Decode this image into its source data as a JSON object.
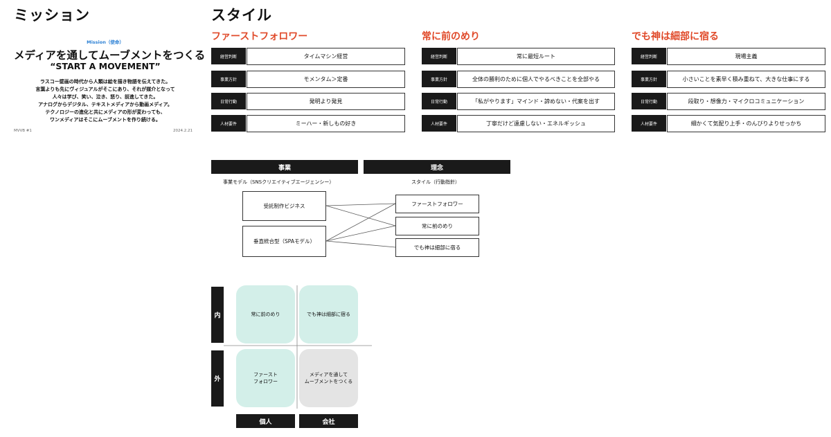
{
  "mission": {
    "heading": "ミッション",
    "tag_en": "Mission",
    "tag_jp": "（使命）",
    "headline": "メディアを通してムーブメントをつくる",
    "slogan": "“START A MOVEMENT”",
    "body": [
      "ラスコー壁画の時代から人類は絵を描き物語を伝えてきた。",
      "言葉よりも先にヴィジュアルがそこにあり、それが媒介となって",
      "人々は学び、笑い、泣き、怒り、前進してきた。",
      "アナログからデジタル、テキストメディアから動画メディア。",
      "テクノロジーの進化と共にメディアの形が変わっても、",
      "ワンメディアはそこにムーブメントを作り続ける。"
    ],
    "footer_left": "MVVB #1",
    "footer_right": "2024.2.21"
  },
  "style": {
    "heading": "スタイル",
    "accent_color": "#e04a2a",
    "columns": [
      {
        "title": "ファーストフォロワー",
        "rows": [
          {
            "label": "経営判断",
            "value": "タイムマシン経営"
          },
          {
            "label": "事業方針",
            "value": "モメンタム＞定番"
          },
          {
            "label": "日常行動",
            "value": "発明より発見"
          },
          {
            "label": "人材要件",
            "value": "ミーハー・新しもの好き"
          }
        ]
      },
      {
        "title": "常に前のめり",
        "rows": [
          {
            "label": "経営判断",
            "value": "常に最短ルート"
          },
          {
            "label": "事業方針",
            "value": "全体の勝利のために個人でやるべきことを全部やる"
          },
          {
            "label": "日常行動",
            "value": "「私がやります」マインド・諦めない・代案を出す"
          },
          {
            "label": "人材要件",
            "value": "丁寧だけど遠慮しない・エネルギッシュ"
          }
        ]
      },
      {
        "title": "でも神は細部に宿る",
        "rows": [
          {
            "label": "経営判断",
            "value": "現場主義"
          },
          {
            "label": "事業方針",
            "value": "小さいことを素早く積み重ねて、大きな仕事にする"
          },
          {
            "label": "日常行動",
            "value": "段取り・想像力・マイクロコミュニケーション"
          },
          {
            "label": "人材要件",
            "value": "細かくて気配り上手・のんびりよりせっかち"
          }
        ]
      }
    ]
  },
  "mapping": {
    "left_header": "事業",
    "right_header": "理念",
    "left_caption": "事業モデル（SNSクリエイティブエージェンシー）",
    "right_caption": "スタイル（行動指針）",
    "left_items": [
      "受託制作ビジネス",
      "垂直統合型（SPAモデル）"
    ],
    "right_items": [
      "ファーストフォロワー",
      "常に前のめり",
      "でも神は細部に宿る"
    ]
  },
  "matrix": {
    "row_labels": [
      "内",
      "外"
    ],
    "col_labels": [
      "個人",
      "会社"
    ],
    "cells": [
      {
        "text": "常に前のめり",
        "color": "#d3efe9"
      },
      {
        "text": "でも神は細部に宿る",
        "color": "#d3efe9"
      },
      {
        "text": "ファースト\nフォロワー",
        "color": "#d3efe9"
      },
      {
        "text": "メディアを通して\nムーブメントをつくる",
        "color": "#e4e4e4"
      }
    ]
  }
}
